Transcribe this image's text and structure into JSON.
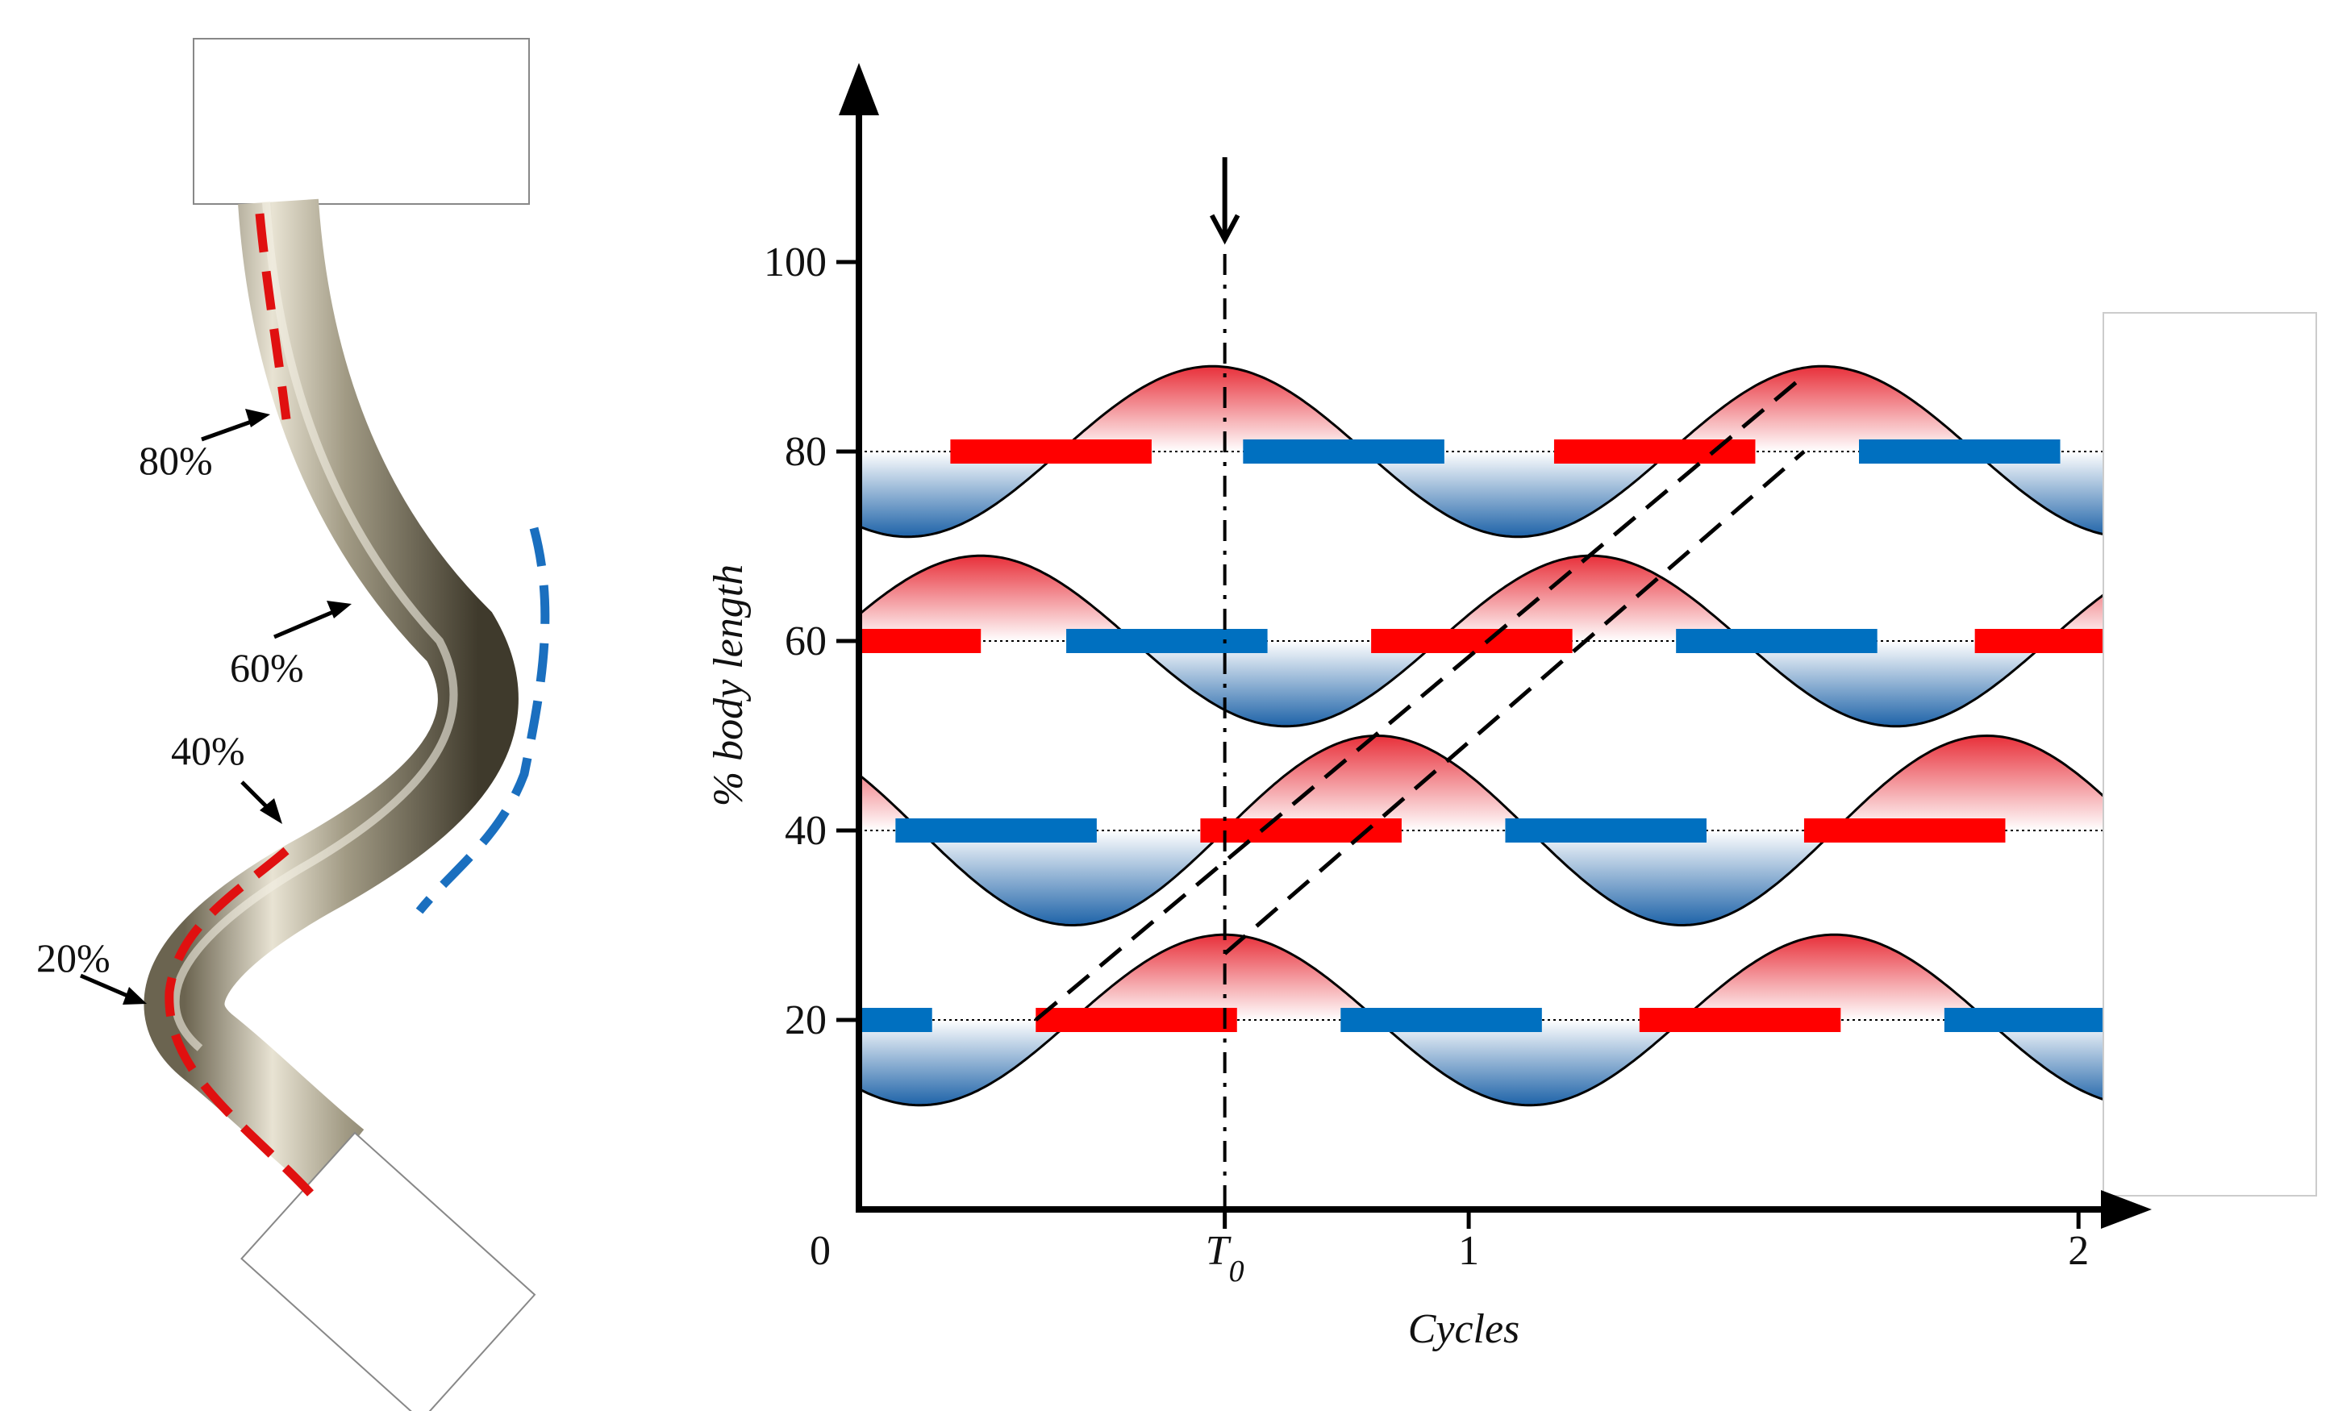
{
  "left_panel": {
    "labels": [
      "80%",
      "60%",
      "40%",
      "20%"
    ],
    "colors": {
      "red": "#e01010",
      "blue": "#1a6fbf",
      "body": "#a8a08a"
    }
  },
  "chart_data": {
    "type": "diagram",
    "xlabel": "Cycles",
    "ylabel": "% body length",
    "x_ticks": [
      {
        "value": 0,
        "label": "0"
      },
      {
        "value": 0.6,
        "label": "T",
        "sub": "0"
      },
      {
        "value": 1,
        "label": "1"
      },
      {
        "value": 2,
        "label": "2"
      }
    ],
    "y_ticks": [
      {
        "value": 20,
        "label": "20"
      },
      {
        "value": 40,
        "label": "40"
      },
      {
        "value": 60,
        "label": "60"
      },
      {
        "value": 80,
        "label": "80"
      },
      {
        "value": 100,
        "label": "100"
      }
    ],
    "xlim": [
      0,
      2.05
    ],
    "ylim": [
      0,
      100
    ],
    "t0": 0.6,
    "rows": [
      {
        "level": 20,
        "amplitude": 9,
        "phase_peak": 0.6,
        "red_segments": [
          [
            0.29,
            0.62
          ],
          [
            1.28,
            1.61
          ]
        ],
        "blue_segments": [
          [
            0.0,
            0.12
          ],
          [
            0.79,
            1.12
          ],
          [
            1.78,
            2.05
          ]
        ]
      },
      {
        "level": 40,
        "amplitude": 10,
        "phase_peak": 0.85,
        "red_segments": [
          [
            0.56,
            0.89
          ],
          [
            1.55,
            1.88
          ]
        ],
        "blue_segments": [
          [
            0.06,
            0.39
          ],
          [
            1.06,
            1.39
          ]
        ]
      },
      {
        "level": 60,
        "amplitude": 9,
        "phase_peak": 0.2,
        "red_segments": [
          [
            0.0,
            0.2
          ],
          [
            0.84,
            1.17
          ],
          [
            1.83,
            2.05
          ]
        ],
        "blue_segments": [
          [
            0.34,
            0.67
          ],
          [
            1.34,
            1.67
          ]
        ]
      },
      {
        "level": 80,
        "amplitude": 9,
        "phase_peak": 0.58,
        "red_segments": [
          [
            0.15,
            0.48
          ],
          [
            1.14,
            1.47
          ]
        ],
        "blue_segments": [
          [
            0.63,
            0.96
          ],
          [
            1.64,
            1.97
          ]
        ]
      }
    ],
    "dashed_lines": [
      {
        "from": [
          0.29,
          20
        ],
        "to": [
          1.55,
          88
        ]
      },
      {
        "from": [
          0.6,
          27
        ],
        "to": [
          1.55,
          80
        ]
      }
    ],
    "colors": {
      "red": "#ff0000",
      "blue": "#0070c0",
      "red_fill": "#e8303a",
      "blue_fill": "#1e63a8"
    }
  }
}
